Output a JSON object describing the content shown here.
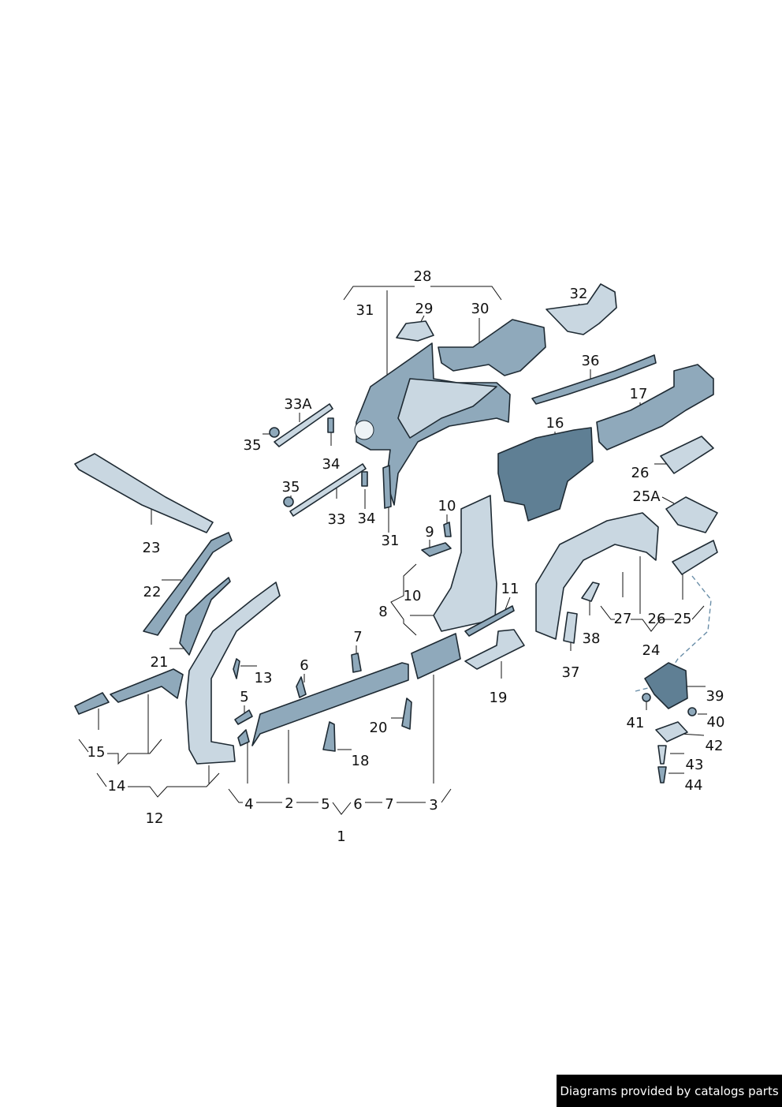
{
  "callouts": {
    "c28": "28",
    "c31a": "31",
    "c29": "29",
    "c30": "30",
    "c32": "32",
    "c36": "36",
    "c17": "17",
    "c33a": "33A",
    "c35a": "35",
    "c34a": "34",
    "c16": "16",
    "c26a": "26",
    "c35b": "35",
    "c33": "33",
    "c34b": "34",
    "c31b": "31",
    "c10a": "10",
    "c9": "9",
    "c25a": "25A",
    "c23": "23",
    "c22": "22",
    "c10b": "10",
    "c8": "8",
    "c11": "11",
    "c27": "27",
    "c26b": "26",
    "c25": "25",
    "c38": "38",
    "c7a": "7",
    "c24": "24",
    "c21": "21",
    "c6a": "6",
    "c13": "13",
    "c37": "37",
    "c19": "19",
    "c5a": "5",
    "c39": "39",
    "c20": "20",
    "c41": "41",
    "c40": "40",
    "c42": "42",
    "c15": "15",
    "c18": "18",
    "c43": "43",
    "c14": "14",
    "c44": "44",
    "c4": "4",
    "c2": "2",
    "c5b": "5",
    "c6b": "6",
    "c7b": "7",
    "c3": "3",
    "c12": "12",
    "c1": "1"
  },
  "footer": {
    "text": "Diagrams provided by catalogs parts"
  },
  "colors": {
    "part_light": "#c9d7e1",
    "part_mid": "#8fa9bb",
    "part_dark": "#5f7f94",
    "outline": "#1e2a33"
  }
}
